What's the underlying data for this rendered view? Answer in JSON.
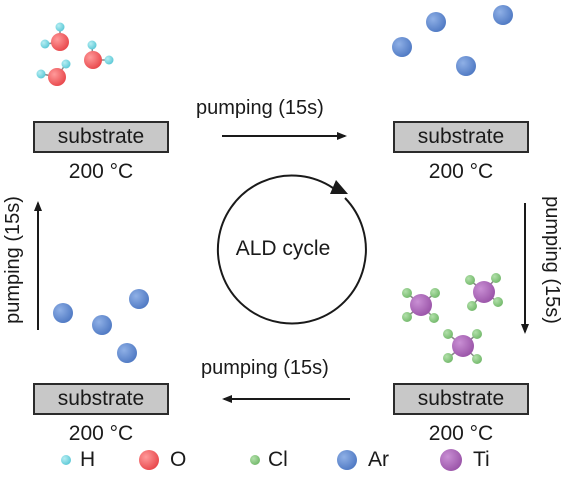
{
  "substrate_label": "substrate",
  "temperature": "200 °C",
  "cycle_label": "ALD cycle",
  "pumping": {
    "top": "pumping (15s)",
    "right": "pumping (15s)",
    "bottom": "pumping (15s)",
    "left": "pumping (15s)"
  },
  "legend": [
    {
      "symbol": "H",
      "color": "#5bc8d6",
      "size": "small"
    },
    {
      "symbol": "O",
      "color": "#e8474b",
      "size": "large"
    },
    {
      "symbol": "Cl",
      "color": "#72b86a",
      "size": "small"
    },
    {
      "symbol": "Ar",
      "color": "#4f79c3",
      "size": "large"
    },
    {
      "symbol": "Ti",
      "color": "#9a54a8",
      "size": "large"
    }
  ],
  "colors": {
    "H": "#5bc8d6",
    "O": "#e8474b",
    "Cl": "#72b86a",
    "Ar": "#4f79c3",
    "Ti": "#9a54a8",
    "substrate_fill": "#c8c8c8"
  }
}
